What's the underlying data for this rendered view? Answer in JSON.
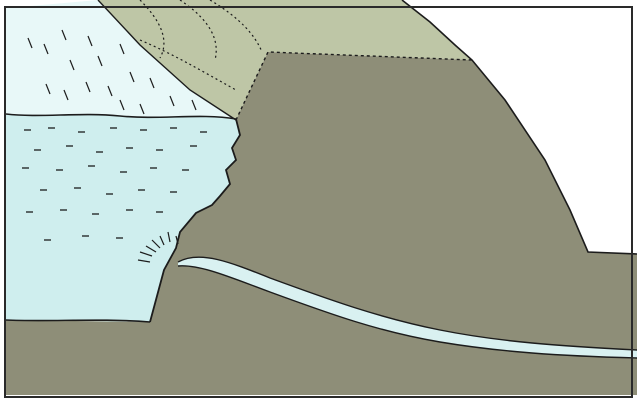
{
  "diagram": {
    "colors": {
      "frame": "#2a2a2a",
      "background": "#ffffff",
      "water": "#cfeeee",
      "spray": "#e8f8f8",
      "rock": "#8e8e78",
      "upper_slope": "#bec6a6",
      "seepage": "#d9f1f1",
      "ink": "#1c1c1c"
    },
    "regions": [
      "water-body",
      "falling-spray",
      "rock-mass",
      "upper-slope",
      "seepage-channel"
    ]
  }
}
